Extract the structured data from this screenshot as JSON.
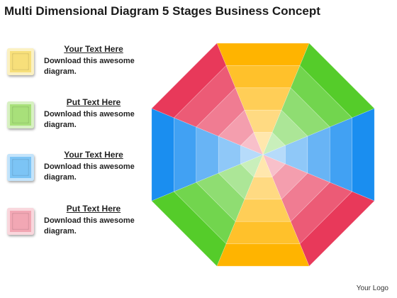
{
  "header": {
    "title": "Multi Dimensional Diagram 5 Stages Business Concept"
  },
  "legend": [
    {
      "heading": "Your Text Here",
      "body": "Download this awesome diagram.",
      "color": "#f7df7a"
    },
    {
      "heading": "Put Text Here",
      "body": "Download this awesome diagram.",
      "color": "#a8e07a"
    },
    {
      "heading": "Your Text Here",
      "body": "Download this awesome diagram.",
      "color": "#7cc4f5"
    },
    {
      "heading": "Put Text Here",
      "body": "Download this awesome diagram.",
      "color": "#f2a7b4"
    }
  ],
  "footer": {
    "logo": "Your Logo"
  },
  "diagram": {
    "sectors": [
      {
        "name": "top-right",
        "color": "#ffb400"
      },
      {
        "name": "right-upper",
        "color": "#55cc2a"
      },
      {
        "name": "right-lower",
        "color": "#1a8ef0"
      },
      {
        "name": "bottom-right",
        "color": "#e8395a"
      },
      {
        "name": "bottom-left",
        "color": "#ffb400"
      },
      {
        "name": "left-lower",
        "color": "#55cc2a"
      },
      {
        "name": "left-upper",
        "color": "#1a8ef0"
      },
      {
        "name": "top-left",
        "color": "#e8395a"
      }
    ],
    "bands": 5
  }
}
